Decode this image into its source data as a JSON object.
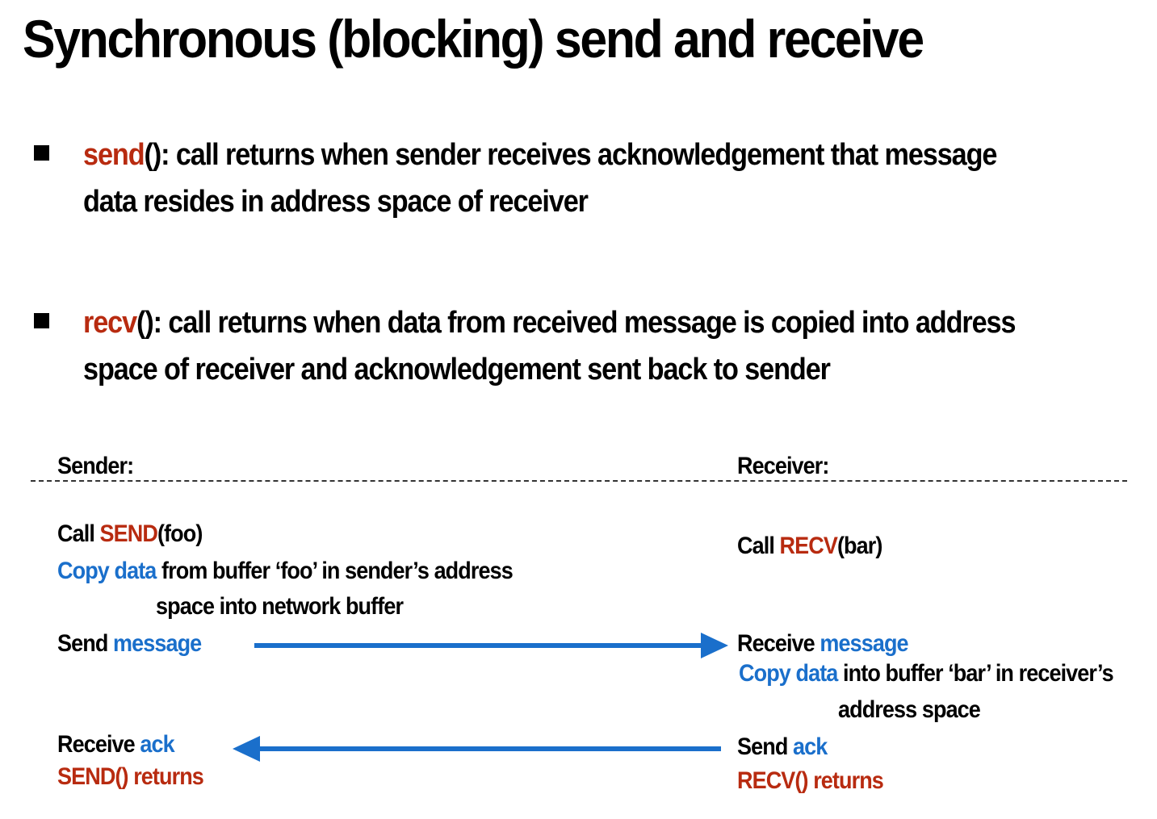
{
  "title": "Synchronous (blocking) send and receive",
  "bullets": [
    {
      "keyword": "send",
      "rest_line1": "(): call returns when sender receives acknowledgement that message",
      "line2": "data resides in address space of receiver"
    },
    {
      "keyword": "recv",
      "rest_line1": "(): call returns when data from received message is copied into address",
      "line2": "space of receiver and acknowledgement sent back to sender"
    }
  ],
  "sender": {
    "heading": "Sender:",
    "call_prefix": "Call ",
    "call_keyword": "SEND",
    "call_suffix": "(foo)",
    "copy_blue": "Copy data",
    "copy_rest": " from buffer ‘foo’  in sender’s address",
    "copy_line2": "space into network buffer",
    "send_prefix": "Send ",
    "send_blue": "message",
    "recv_prefix": "Receive ",
    "recv_blue": "ack",
    "returns": "SEND() returns"
  },
  "receiver": {
    "heading": "Receiver:",
    "call_prefix": "Call ",
    "call_keyword": "RECV",
    "call_suffix": "(bar)",
    "recv_prefix": "Receive ",
    "recv_blue": "message",
    "copy_blue": "Copy data",
    "copy_rest": " into buffer ‘bar’  in receiver’s",
    "copy_line2": "address space",
    "send_prefix": "Send ",
    "send_blue": "ack",
    "returns": "RECV() returns"
  },
  "colors": {
    "keyword_red": "#b82b10",
    "accent_blue": "#1a6fcb"
  }
}
